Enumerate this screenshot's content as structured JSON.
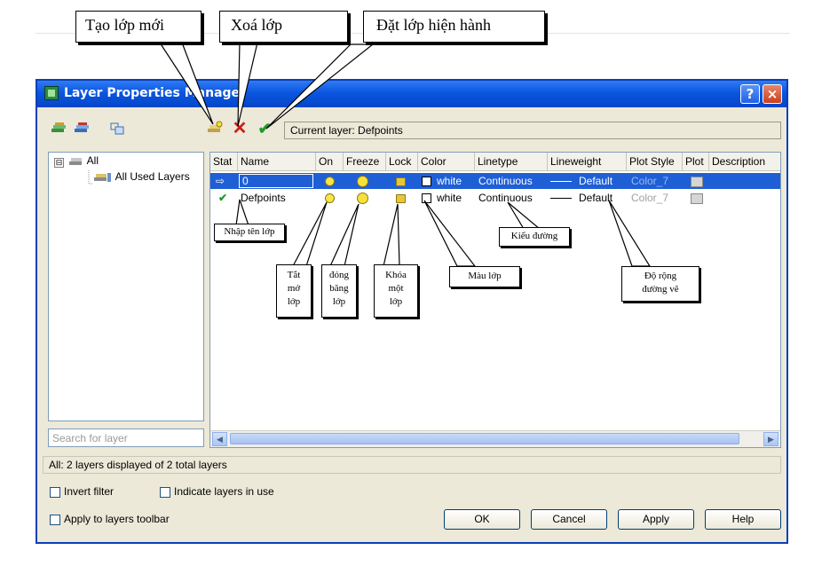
{
  "dialog": {
    "title": "Layer Properties Manager",
    "help_label": "?",
    "close_label": "×",
    "current_layer": "Current layer: Defpoints"
  },
  "tree": {
    "root": "All",
    "child": "All Used Layers",
    "expander": "⊟"
  },
  "search": {
    "placeholder": "Search for layer"
  },
  "columns": [
    "Stat",
    "Name",
    "On",
    "Freeze",
    "Lock",
    "Color",
    "Linetype",
    "Lineweight",
    "Plot Style",
    "Plot",
    "Description"
  ],
  "layers": [
    {
      "status": "⇨",
      "name": "0",
      "color": "white",
      "linetype": "Continuous",
      "lineweight": "Default",
      "plot_style": "Color_7",
      "selected": true
    },
    {
      "status": "✔",
      "name": "Defpoints",
      "color": "white",
      "linetype": "Continuous",
      "lineweight": "Default",
      "plot_style": "Color_7",
      "selected": false
    }
  ],
  "status_text": "All: 2 layers displayed of 2 total layers",
  "options": {
    "invert_filter": "Invert filter",
    "indicate_layers": "Indicate layers in use",
    "apply_toolbar": "Apply to layers toolbar"
  },
  "buttons": {
    "ok": "OK",
    "cancel": "Cancel",
    "apply": "Apply",
    "help": "Help"
  },
  "annotations": {
    "new_layer": "Tạo lớp mới",
    "delete_layer": "Xoá lớp",
    "set_current": "Đặt lớp hiện hành",
    "enter_name": "Nhập tên lớp",
    "on_off_1": "Tắt",
    "on_off_2": "mở",
    "on_off_3": "lớp",
    "freeze_1": "đóng",
    "freeze_2": "băng",
    "freeze_3": "lớp",
    "lock_1": "Khóa",
    "lock_2": "một",
    "lock_3": "lớp",
    "layer_color": "Màu lớp",
    "line_type": "Kiểu đường",
    "line_width_1": "Độ rộng",
    "line_width_2": "đường vẽ"
  },
  "colors": {
    "title_bar": "#0b55e0",
    "selection": "#1f5fd6",
    "dialog_bg": "#ece9d8"
  }
}
